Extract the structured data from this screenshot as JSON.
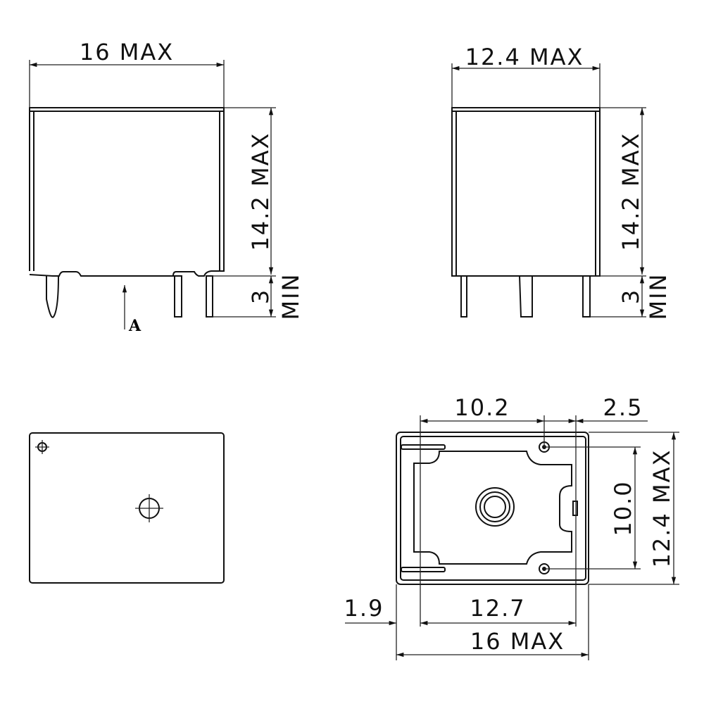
{
  "front_view": {
    "width_label": "16 MAX",
    "height_label": "14.2 MAX",
    "pin_label": "3",
    "pin_unit": "MIN",
    "view_marker": "A"
  },
  "side_view": {
    "width_label": "12.4 MAX",
    "height_label": "14.2 MAX",
    "pin_label": "3",
    "pin_unit": "MIN"
  },
  "bottom_view": {
    "dim_top_left": "10.2",
    "dim_top_right": "2.5",
    "dim_right_inner": "10.0",
    "dim_right_outer": "12.4 MAX",
    "dim_bottom_left": "1.9",
    "dim_bottom_inner": "12.7",
    "dim_bottom_outer": "16 MAX"
  },
  "colors": {
    "line": "#111111",
    "background": "#ffffff"
  }
}
